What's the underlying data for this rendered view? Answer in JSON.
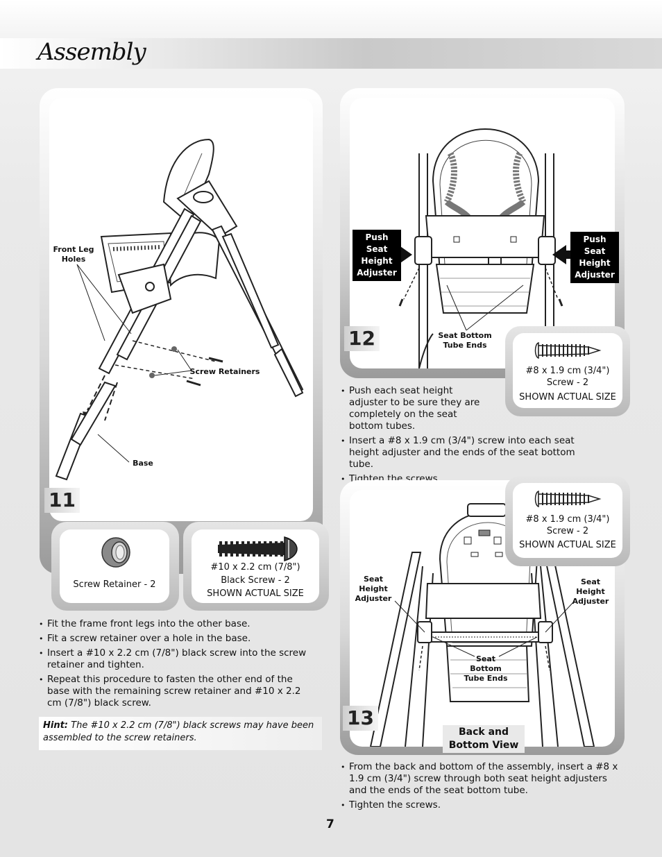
{
  "header": {
    "title": "Assembly"
  },
  "step11": {
    "number": "11",
    "labels": {
      "front_leg_holes": "Front Leg\nHoles",
      "screw_retainers": "Screw Retainers",
      "base": "Base"
    },
    "parts": [
      {
        "caption": "Screw Retainer - 2"
      },
      {
        "line1": "#10 x 2.2 cm (7/8\")",
        "line2": "Black Screw - 2",
        "line3": "SHOWN ACTUAL SIZE"
      }
    ],
    "instructions": [
      "Fit the frame front legs into the other base.",
      "Fit a screw retainer over a hole in the base.",
      "Insert a #10 x 2.2 cm (7/8\") black screw into the screw retainer and tighten.",
      "Repeat this procedure to fasten the other end of the base with the remaining screw retainer and #10 x 2.2 cm (7/8\") black screw."
    ],
    "hint_label": "Hint:",
    "hint_text": " The #10 x 2.2 cm (7/8\") black screws may have been assembled to the screw retainers."
  },
  "step12": {
    "number": "12",
    "labels": {
      "push_left": "Push\nSeat\nHeight\nAdjuster",
      "push_right": "Push\nSeat\nHeight\nAdjuster",
      "seat_bottom_tube_ends": "Seat Bottom\nTube Ends"
    },
    "part": {
      "line1": "#8 x 1.9 cm (3/4\")",
      "line2": "Screw - 2",
      "line3": "SHOWN ACTUAL SIZE"
    },
    "instructions": [
      "Push each seat height adjuster to be sure they are completely on the seat bottom tubes.",
      "Insert a #8 x 1.9 cm (3/4\") screw into each seat height adjuster and the ends of the seat bottom tube.",
      "Tighten the screws."
    ]
  },
  "step13": {
    "number": "13",
    "labels": {
      "seat_height_left": "Seat\nHeight\nAdjuster",
      "seat_height_right": "Seat\nHeight\nAdjuster",
      "seat_bottom_tube_ends": "Seat\nBottom\nTube Ends",
      "view": "Back and\nBottom View"
    },
    "part": {
      "line1": "#8 x 1.9 cm (3/4\")",
      "line2": "Screw - 2",
      "line3": "SHOWN ACTUAL SIZE"
    },
    "instructions": [
      "From the back and bottom of the assembly, insert a #8 x 1.9 cm (3/4\") screw through both seat height adjusters and the ends of the seat bottom tube.",
      "Tighten the screws."
    ]
  },
  "footer": {
    "page_number": "7"
  }
}
